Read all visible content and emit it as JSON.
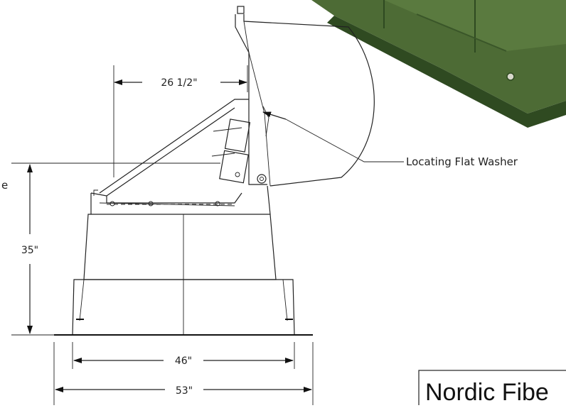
{
  "dimensions": {
    "top_width": "26 1/2\"",
    "height": "35\"",
    "inner_width": "46\"",
    "outer_width": "53\""
  },
  "callouts": {
    "washer": "Locating Flat Washer",
    "partial_left": "e"
  },
  "brand": {
    "text": "Nordic Fibe"
  },
  "colors": {
    "cabinet_green": "#4d6b35",
    "cabinet_dark": "#2f4a21",
    "line": "#222222"
  }
}
